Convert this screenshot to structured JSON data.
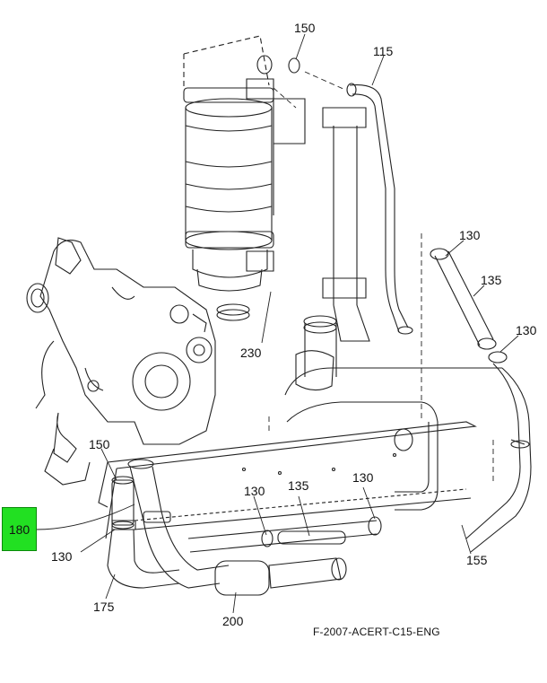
{
  "diagram": {
    "caption": "F-2007-ACERT-C15-ENG",
    "highlighted_part": "180",
    "highlight_color": "#22e022",
    "callouts": [
      "150",
      "115",
      "130",
      "135",
      "130",
      "230",
      "150",
      "130",
      "135",
      "130",
      "155",
      "130",
      "175",
      "200"
    ]
  }
}
